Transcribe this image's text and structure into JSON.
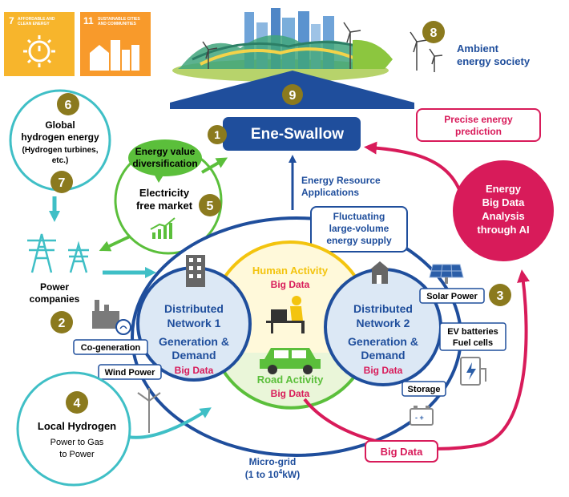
{
  "sdg": [
    {
      "number": "7",
      "text1": "AFFORDABLE AND",
      "text2": "CLEAN ENERGY",
      "color": "#F7B52C"
    },
    {
      "number": "11",
      "text1": "SUSTAINABLE CITIES",
      "text2": "AND COMMUNITIES",
      "color": "#F89A2B"
    }
  ],
  "badges": {
    "b1": "1",
    "b2": "2",
    "b3": "3",
    "b4": "4",
    "b5": "5",
    "b6": "6",
    "b7": "7",
    "b8": "8",
    "b9": "9"
  },
  "ambient": {
    "line1": "Ambient",
    "line2": "energy society"
  },
  "ene_swallow": "Ene-Swallow",
  "global_h2": {
    "line1": "Global",
    "line2": "hydrogen energy",
    "line3": "(Hydrogen turbines,",
    "line4": "etc.)"
  },
  "energy_value": {
    "line1": "Energy value",
    "line2": "diversification"
  },
  "free_market": {
    "line1": "Electricity",
    "line2": "free market"
  },
  "resource_apps": {
    "line1": "Energy Resource",
    "line2": "Applications"
  },
  "fluctuating": {
    "line1": "Fluctuating",
    "line2": "large-volume",
    "line3": "energy supply"
  },
  "precise": {
    "line1": "Precise energy",
    "line2": "prediction"
  },
  "ai": {
    "line1": "Energy",
    "line2": "Big Data",
    "line3": "Analysis",
    "line4": "through AI"
  },
  "power_companies": {
    "line1": "Power",
    "line2": "companies"
  },
  "human": {
    "line1": "Human Activity",
    "line2": "Big Data"
  },
  "road": {
    "line1": "Road Activity",
    "line2": "Big Data"
  },
  "dn1": {
    "line1": "Distributed",
    "line2": "Network 1",
    "line3": "Generation &",
    "line4": "Demand",
    "line5": "Big Data"
  },
  "dn2": {
    "line1": "Distributed",
    "line2": "Network 2",
    "line3": "Generation &",
    "line4": "Demand",
    "line5": "Big Data"
  },
  "labels": {
    "cogen": "Co-generation",
    "wind": "Wind Power",
    "solar": "Solar Power",
    "ev1": "EV batteries",
    "ev2": "Fuel cells",
    "storage": "Storage",
    "bigdata": "Big Data"
  },
  "local_h2": {
    "line1": "Local Hydrogen",
    "line2": "Power to Gas",
    "line3": "to Power"
  },
  "microgrid": {
    "line1": "Micro-grid",
    "line2a": "(1 to 10",
    "line2sup": "4",
    "line2b": "kW)"
  },
  "colors": {
    "navy": "#1F4E9C",
    "teal": "#3FBFC6",
    "green": "#5BBF3B",
    "crimson": "#D81B5A",
    "olive": "#8B7A1E",
    "yellow": "#F3C40F"
  }
}
